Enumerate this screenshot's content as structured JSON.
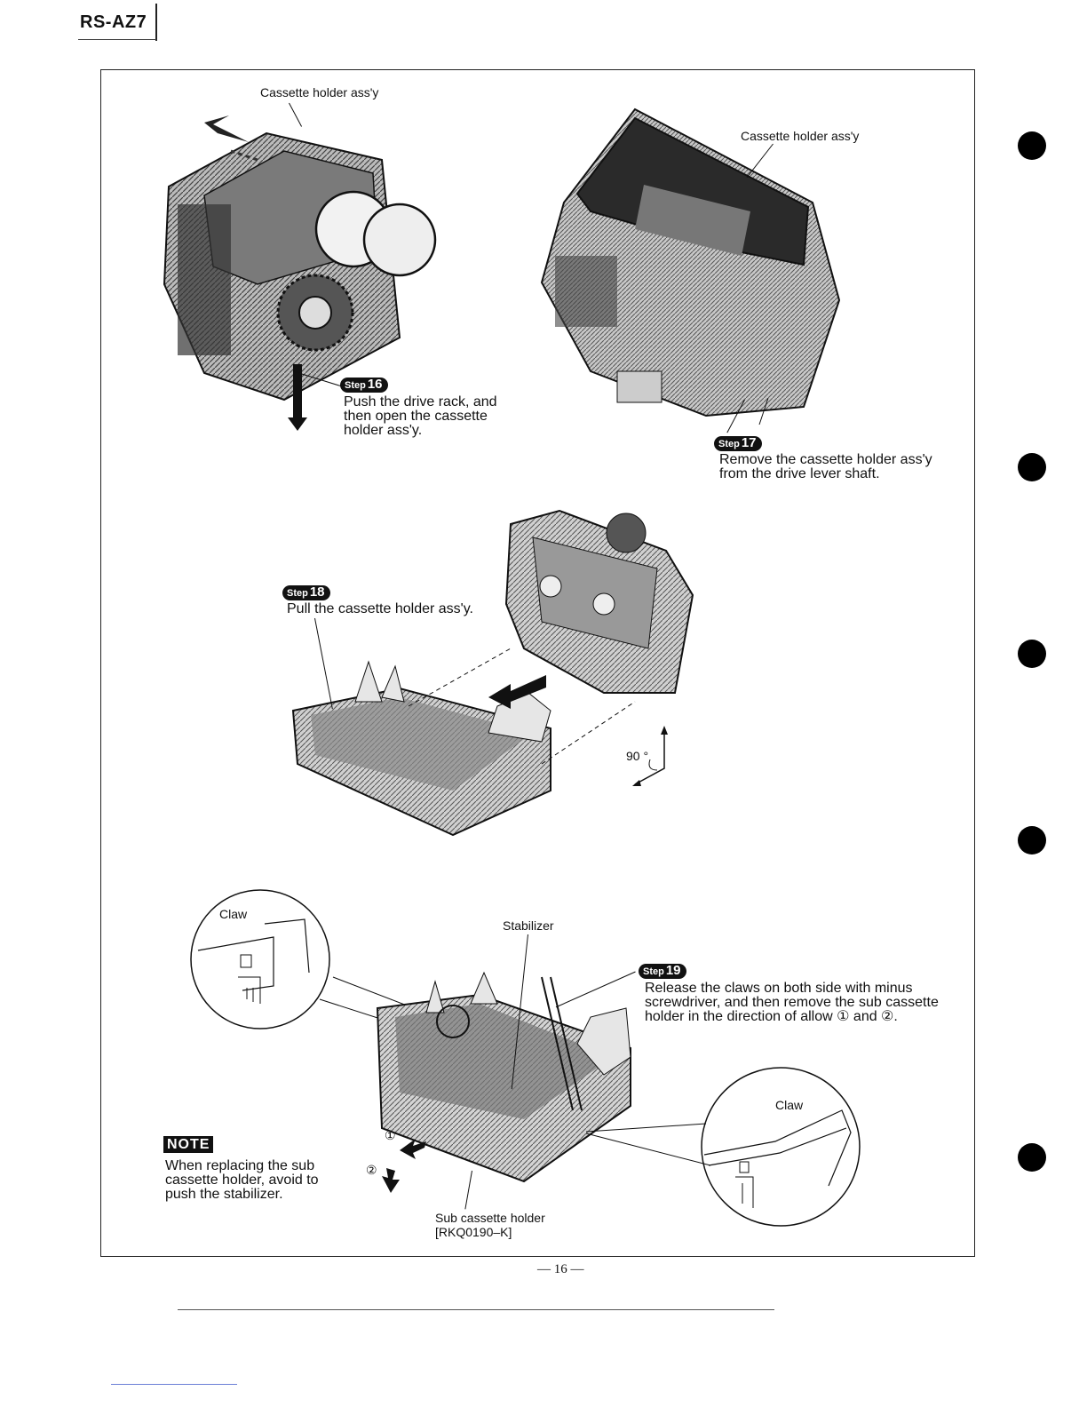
{
  "header": {
    "model": "RS-AZ7"
  },
  "labels": {
    "cassette_holder_1": "Cassette holder ass'y",
    "cassette_holder_2": "Cassette holder ass'y",
    "angle": "90 °",
    "claw_left": "Claw",
    "stabilizer": "Stabilizer",
    "claw_right": "Claw",
    "arrow_1": "①",
    "arrow_2": "②",
    "sub_holder": "Sub cassette holder",
    "sub_holder_part": "[RKQ0190–K]"
  },
  "steps": [
    {
      "word": "Step",
      "number": "16",
      "lines": [
        "Push the drive rack, and",
        "then open the cassette",
        "holder ass'y."
      ]
    },
    {
      "word": "Step",
      "number": "17",
      "lines": [
        "Remove the cassette holder ass'y",
        "from the drive lever shaft."
      ]
    },
    {
      "word": "Step",
      "number": "18",
      "lines": [
        "Pull the cassette holder ass'y."
      ]
    },
    {
      "word": "Step",
      "number": "19",
      "lines": [
        "Release the claws on both side with minus",
        "screwdriver, and then remove the sub cassette",
        "holder in the direction of allow ① and ②."
      ]
    }
  ],
  "note": {
    "badge": "NOTE",
    "lines": [
      "When replacing the sub",
      "cassette holder, avoid to",
      "push the stabilizer."
    ]
  },
  "footer": {
    "page_number": "— 16 —"
  }
}
